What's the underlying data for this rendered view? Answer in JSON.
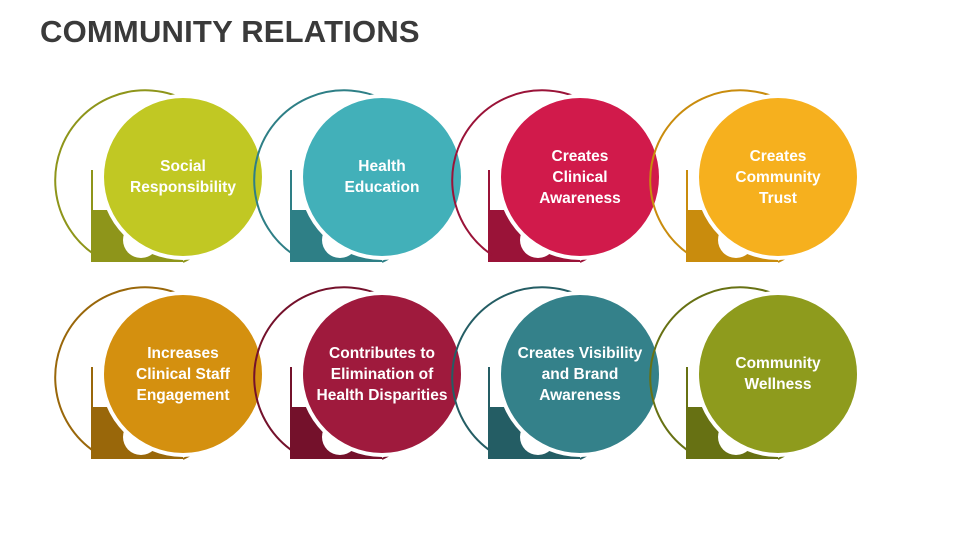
{
  "title": "COMMUNITY RELATIONS",
  "items": [
    {
      "label": "Social\nResponsibility",
      "color": "#c1c823",
      "dark": "#8e951a"
    },
    {
      "label": "Health\nEducation",
      "color": "#42b0b9",
      "dark": "#2e7f86"
    },
    {
      "label": "Creates\nClinical\nAwareness",
      "color": "#d11a4b",
      "dark": "#9a1338"
    },
    {
      "label": "Creates\nCommunity\nTrust",
      "color": "#f6b01e",
      "dark": "#c98c0d"
    },
    {
      "label": "Increases\nClinical Staff\nEngagement",
      "color": "#d4900f",
      "dark": "#99670a"
    },
    {
      "label": "Contributes to\nElimination of\nHealth Disparities",
      "color": "#9f1a3d",
      "dark": "#74112b"
    },
    {
      "label": "Creates Visibility\nand Brand\nAwareness",
      "color": "#34818a",
      "dark": "#245d64"
    },
    {
      "label": "Community\nWellness",
      "color": "#8e9b1d",
      "dark": "#677113"
    }
  ]
}
